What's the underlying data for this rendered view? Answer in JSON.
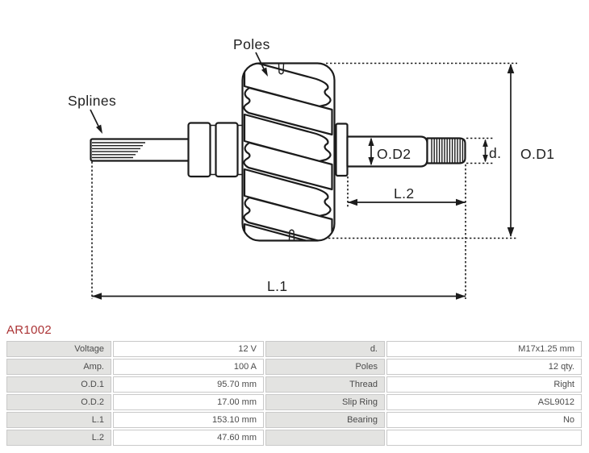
{
  "part_number": "AR1002",
  "diagram": {
    "labels": {
      "poles": "Poles",
      "splines": "Splines",
      "od2": "O.D2",
      "d": "d.",
      "od1": "O.D1",
      "l2": "L.2",
      "l1": "L.1"
    }
  },
  "colors": {
    "accent_red": "#ab3335",
    "drawing_line": "#1c1c1c",
    "table_label_bg": "#e3e3e1",
    "table_border": "#c9c9c9",
    "table_text": "#4b4b4b"
  },
  "table": {
    "rows": [
      {
        "label1": "Voltage",
        "value1": "12 V",
        "label2": "d.",
        "value2": "M17x1.25 mm"
      },
      {
        "label1": "Amp.",
        "value1": "100 A",
        "label2": "Poles",
        "value2": "12 qty."
      },
      {
        "label1": "O.D.1",
        "value1": "95.70 mm",
        "label2": "Thread",
        "value2": "Right"
      },
      {
        "label1": "O.D.2",
        "value1": "17.00 mm",
        "label2": "Slip Ring",
        "value2": "ASL9012"
      },
      {
        "label1": "L.1",
        "value1": "153.10 mm",
        "label2": "Bearing",
        "value2": "No"
      },
      {
        "label1": "L.2",
        "value1": "47.60 mm",
        "label2": "",
        "value2": ""
      }
    ]
  }
}
